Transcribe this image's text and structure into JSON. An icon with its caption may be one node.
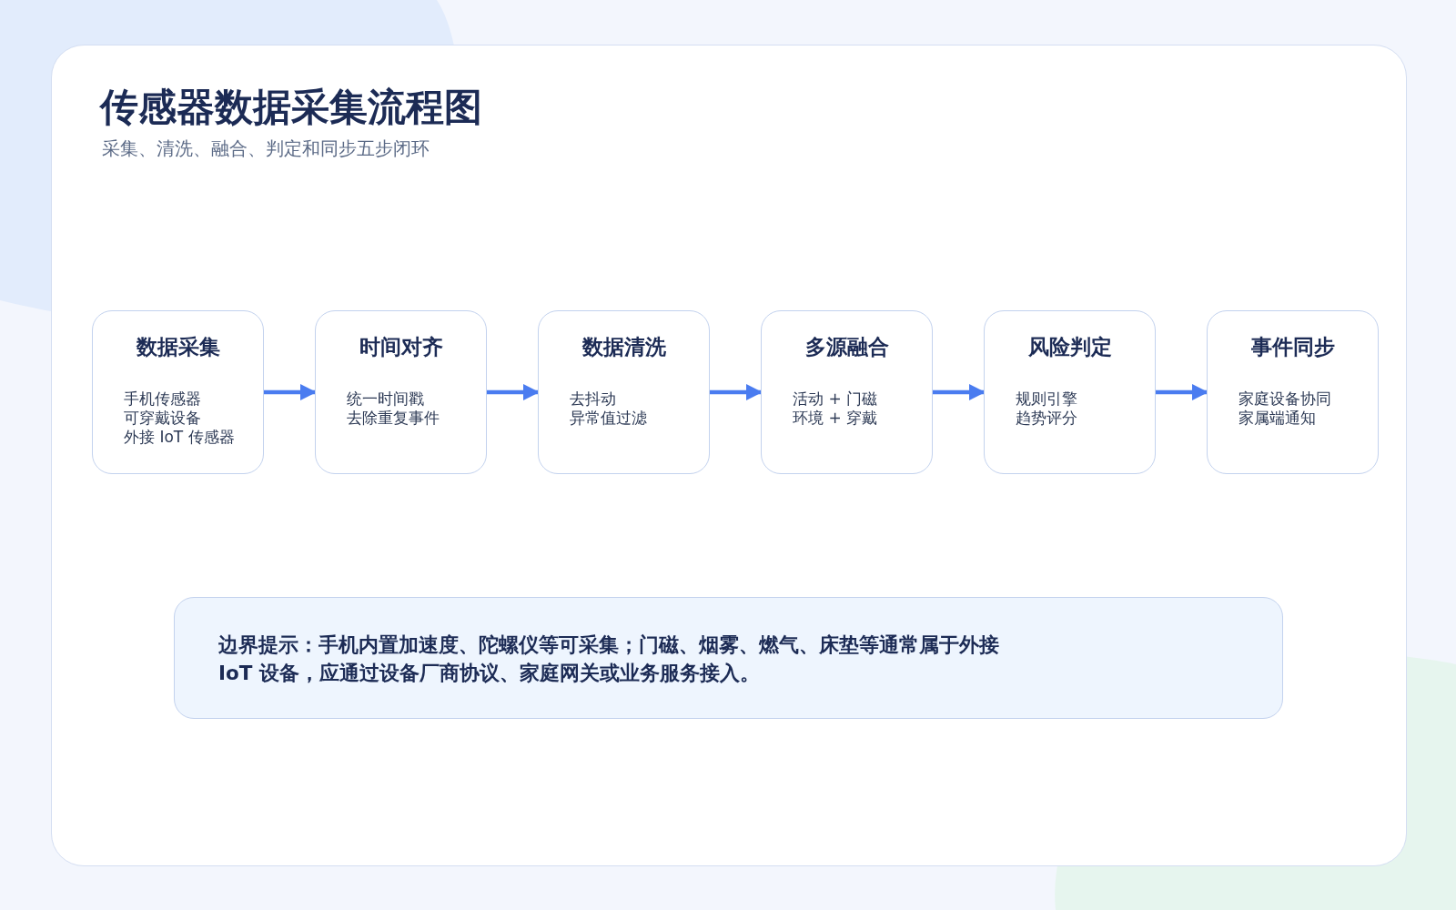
{
  "diagram": {
    "title": "传感器数据采集流程图",
    "nodes": [
      {
        "text": [
          "数据采集",
          "手机传感器",
          "可穿戴设备",
          "外接 IoT 传感器"
        ]
      },
      {
        "text": [
          "时间对齐",
          "统一时间戳",
          "去除重复事件"
        ]
      },
      {
        "text": [
          "数据清洗",
          "去抖动",
          "异常值过滤"
        ]
      },
      {
        "text": [
          "多源融合",
          "活动 + 门磁",
          "环境 + 穿戴"
        ]
      },
      {
        "text": [
          "风险判定",
          "规则引擎",
          "趋势评分"
        ]
      },
      {
        "text": [
          "事件同步",
          "家庭设备协同",
          "家属端通知"
        ]
      },
      {
        "text": [
          "边界提示：手机内置加速度、陀螺仪等可采集；门磁、烟雾、燃气、床垫等通常属于外接 IoT 设备，应通过设备厂商协议、家庭网关或业务服务接入。"
        ]
      }
    ],
    "edges": [
      {
        "from": 0,
        "to": 1,
        "arrow": "to"
      },
      {
        "from": 1,
        "to": 2,
        "arrow": "to"
      },
      {
        "from": 2,
        "to": 3,
        "arrow": "to"
      },
      {
        "from": 3,
        "to": 4,
        "arrow": "to"
      },
      {
        "from": 4,
        "to": 5,
        "arrow": "to"
      }
    ],
    "labels": [
      "采集、清洗、融合、判定和同步五步闭环"
    ]
  }
}
